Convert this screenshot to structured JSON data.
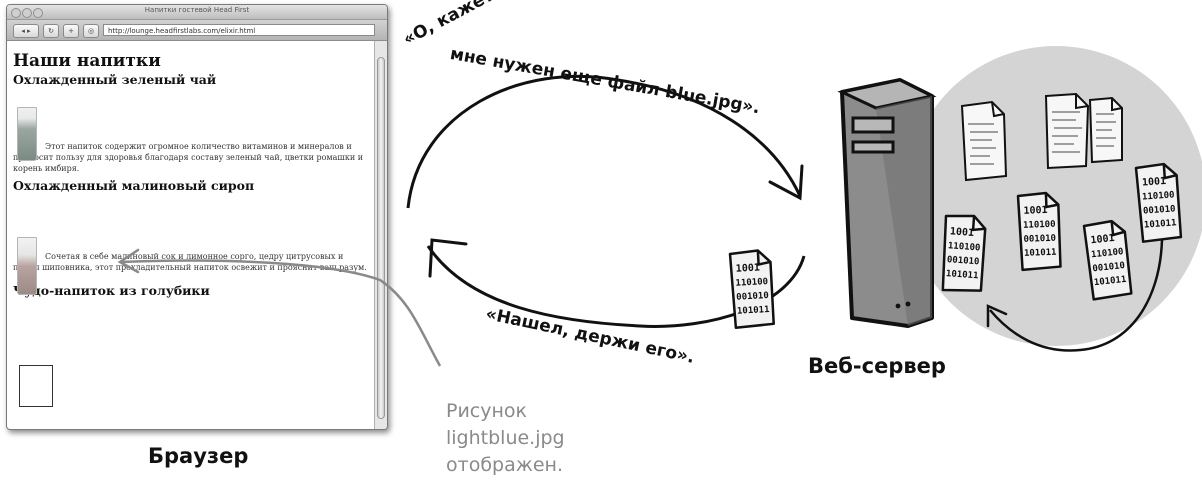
{
  "browser": {
    "window_title": "Напитки гостевой Head First",
    "url": "http://lounge.headfirstlabs.com/elixir.html",
    "label": "Браузер",
    "page": {
      "heading": "Наши напитки",
      "items": [
        {
          "title": "Охлажденный зеленый чай",
          "description": "Этот напиток содержит огромное количество витаминов и минералов и приносит пользу для здоровья благодаря составу зеленый чай, цветки ромашки и корень имбиря."
        },
        {
          "title": "Охлажденный малиновый сироп",
          "description": "Сочетая в себе малиновый сок и лимонное сорго, цедру цитрусовых и плоды шиповника, этот прохладительный напиток освежит и прояснит ваш разум."
        },
        {
          "title": "Чудо-напиток из голубики"
        }
      ]
    }
  },
  "server": {
    "label": "Веб-сервер"
  },
  "messages": {
    "request_line1": "«О, кажется,",
    "request_line2": "мне нужен еще файл blue.jpg».",
    "response": "«Нашел, держи его»."
  },
  "file_glyph": {
    "rows": [
      "1001",
      "110100",
      "001010",
      "101011"
    ]
  },
  "note": {
    "lines": [
      "Рисунок",
      "lightblue.jpg",
      "отображен."
    ]
  },
  "colors": {
    "server_cloud": "#d4d4d4",
    "server_body": "#9b9b9b",
    "note_text": "#8a8a8a",
    "arrow": "#111111"
  }
}
